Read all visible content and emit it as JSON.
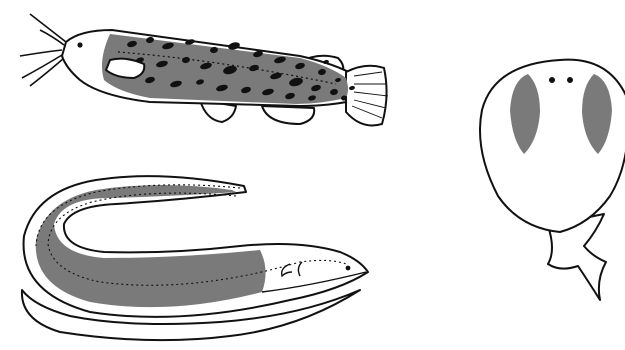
{
  "colors": {
    "background": "#ffffff",
    "outline": "#111111",
    "electric_organ": "#7a7a7a",
    "spot": "#111111"
  },
  "figures": [
    {
      "key": "catfish",
      "icon": "electric-catfish-icon"
    },
    {
      "key": "eel",
      "icon": "electric-eel-icon"
    },
    {
      "key": "ray",
      "icon": "electric-ray-icon"
    }
  ]
}
